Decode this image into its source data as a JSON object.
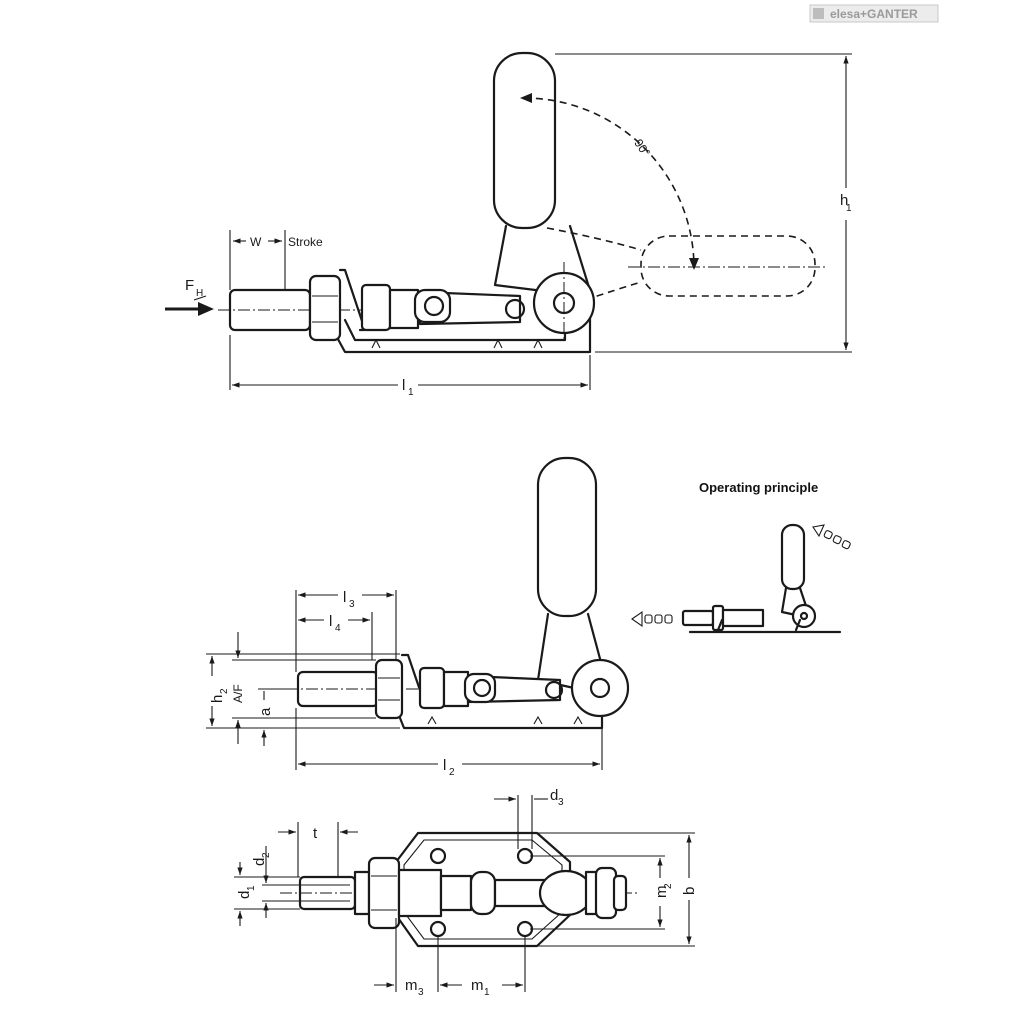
{
  "brand": {
    "logo_text": "elesa+GANTER"
  },
  "labels": {
    "force": "F",
    "force_sub": "H",
    "w": "W",
    "stroke": "Stroke",
    "angle": "90°",
    "h1": "h",
    "h1_sub": "1",
    "l1": "l",
    "l1_sub": "1",
    "l2": "l",
    "l2_sub": "2",
    "l3": "l",
    "l3_sub": "3",
    "l4": "l",
    "l4_sub": "4",
    "h2": "h",
    "h2_sub": "2",
    "af": "A/F",
    "a": "a",
    "d1": "d",
    "d1_sub": "1",
    "d2": "d",
    "d2_sub": "2",
    "d3": "d",
    "d3_sub": "3",
    "t": "t",
    "b": "b",
    "m1": "m",
    "m1_sub": "1",
    "m2": "m",
    "m2_sub": "2",
    "m3": "m",
    "m3_sub": "3"
  },
  "operating_principle": {
    "title": "Operating principle"
  }
}
